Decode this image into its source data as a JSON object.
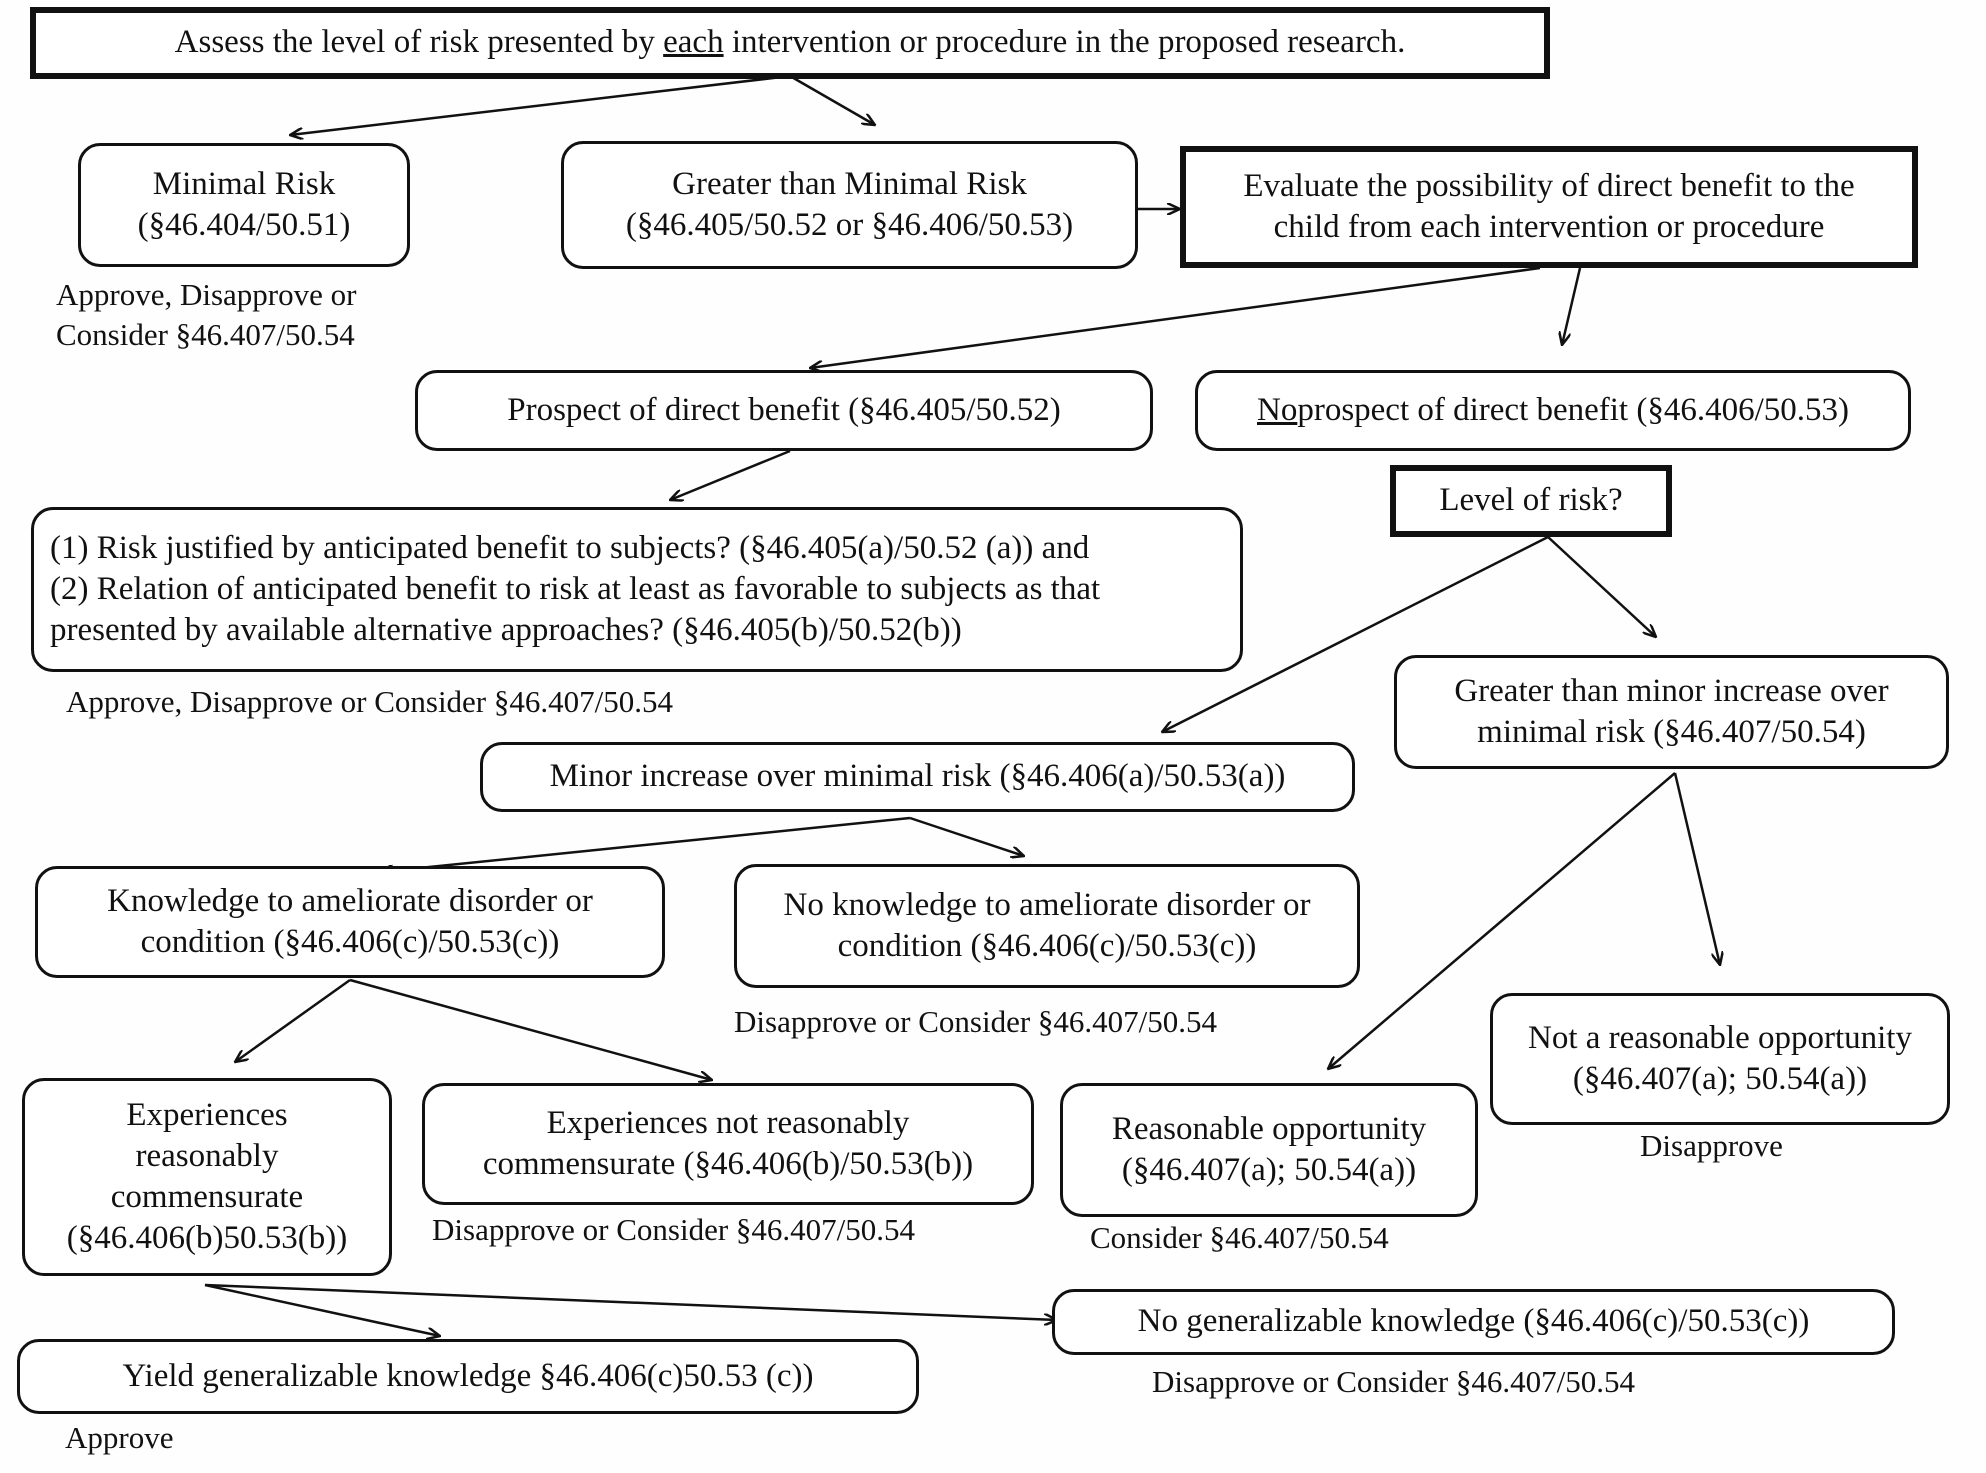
{
  "nodes": {
    "assess": {
      "pre": "Assess the level of risk presented by ",
      "emph": "each",
      "post": " intervention or procedure in the proposed research."
    },
    "minimal_risk": "Minimal Risk\n(§46.404/50.51)",
    "greater_than_minimal": "Greater than Minimal Risk\n(§46.405/50.52 or §46.406/50.53)",
    "evaluate_benefit": "Evaluate the possibility of direct benefit to the\nchild from each intervention or procedure",
    "prospect_benefit": "Prospect of direct benefit (§46.405/50.52)",
    "no_prospect": {
      "emph": "No",
      "post": "prospect of direct benefit (§46.406/50.53)"
    },
    "risk_justified": "(1) Risk justified by anticipated benefit to subjects? (§46.405(a)/50.52 (a)) and\n(2) Relation of anticipated benefit to risk at least as favorable to subjects as that\npresented by available alternative approaches? (§46.405(b)/50.52(b))",
    "level_of_risk": "Level of risk?",
    "minor_increase": "Minor increase over minimal risk (§46.406(a)/50.53(a))",
    "greater_than_minor": "Greater than minor increase over\nminimal risk  (§46.407/50.54)",
    "knowledge_ameliorate": "Knowledge to ameliorate disorder or\ncondition (§46.406(c)/50.53(c))",
    "no_knowledge_ameliorate": "No knowledge to ameliorate disorder or\ncondition (§46.406(c)/50.53(c))",
    "experiences_commensurate": "Experiences\nreasonably\ncommensurate\n(§46.406(b)50.53(b))",
    "experiences_not_commensurate": "Experiences not reasonably\ncommensurate (§46.406(b)/50.53(b))",
    "reasonable_opportunity": "Reasonable opportunity\n(§46.407(a); 50.54(a))",
    "not_reasonable_opportunity": "Not a reasonable  opportunity\n(§46.407(a); 50.54(a))",
    "no_generalizable": "No generalizable knowledge (§46.406(c)/50.53(c))",
    "yield_generalizable": "Yield generalizable knowledge §46.406(c)50.53 (c))"
  },
  "outcomes": {
    "minimal_risk": "Approve, Disapprove or\nConsider §46.407/50.54",
    "risk_justified": "Approve, Disapprove or Consider §46.407/50.54",
    "no_knowledge_ameliorate": "Disapprove or Consider §46.407/50.54",
    "experiences_not_commensurate": "Disapprove or Consider §46.407/50.54",
    "reasonable_opportunity": "Consider §46.407/50.54",
    "not_reasonable_opportunity": "Disapprove",
    "no_generalizable": "Disapprove or Consider §46.407/50.54",
    "yield_generalizable": "Approve"
  }
}
